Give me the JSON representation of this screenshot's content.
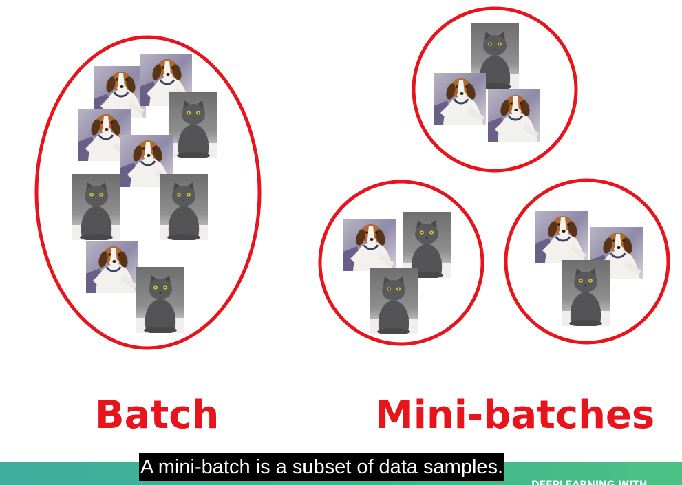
{
  "labels": {
    "batch": "Batch",
    "mini_batches": "Mini-batches"
  },
  "caption": "A mini-batch is a subset of data samples.",
  "footer": {
    "brand": "DEEPLEARNING.WITH"
  },
  "groups": {
    "batch": [
      "dog",
      "dog",
      "cat",
      "dog",
      "dog",
      "cat",
      "cat",
      "dog",
      "cat"
    ],
    "mini_batch_1": [
      "cat",
      "dog",
      "dog"
    ],
    "mini_batch_2": [
      "dog",
      "cat",
      "cat"
    ],
    "mini_batch_3": [
      "dog",
      "dog",
      "cat"
    ]
  },
  "colors": {
    "outline": "#e8141b",
    "footer_start": "#3fae9e",
    "footer_end": "#4cc184"
  }
}
